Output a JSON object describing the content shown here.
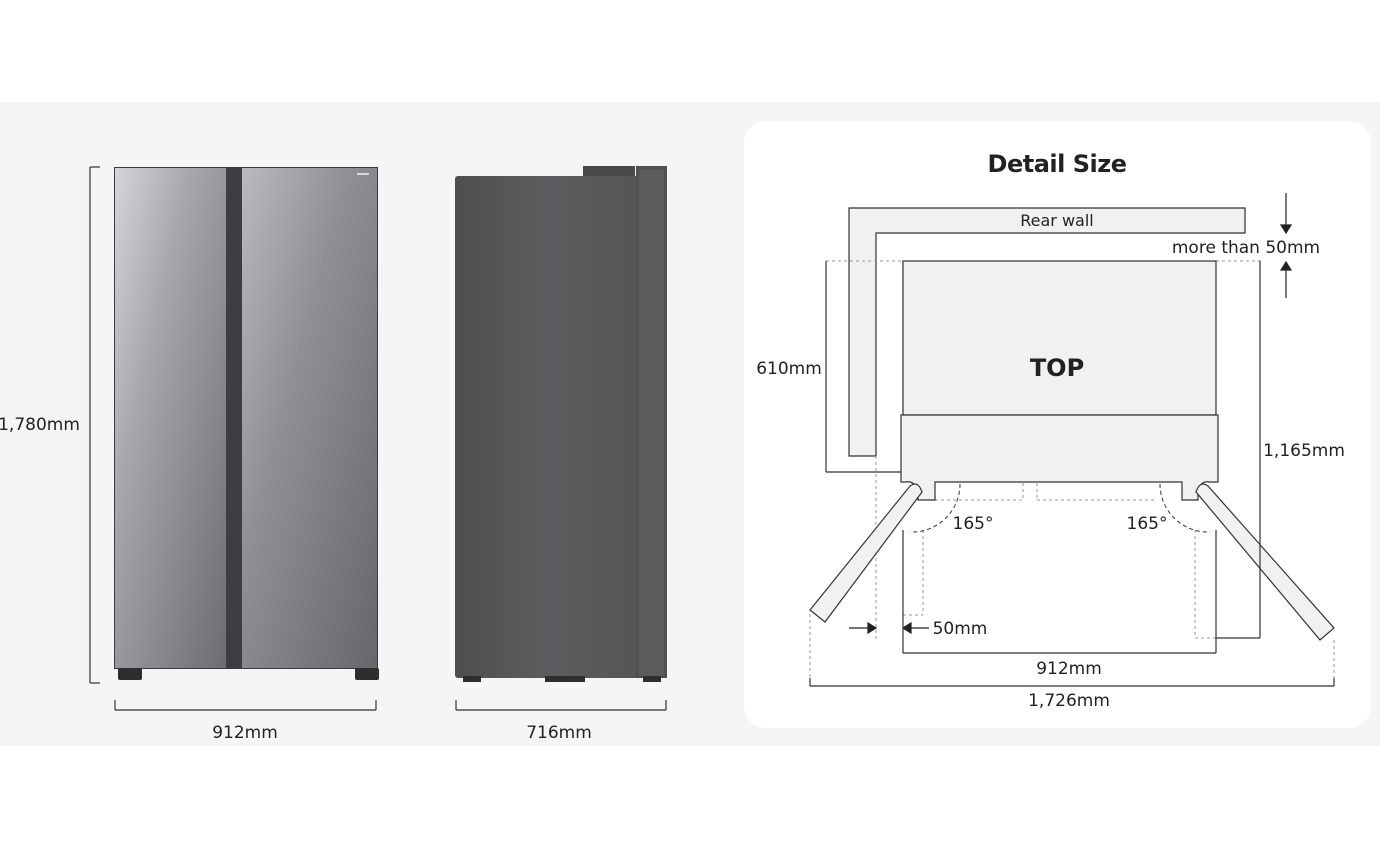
{
  "front_view": {
    "height_label": "1,780mm",
    "width_label": "912mm"
  },
  "side_view": {
    "depth_label": "716mm"
  },
  "detail": {
    "title": "Detail Size",
    "rear_wall_label": "Rear wall",
    "clearance_label": "more than 50mm",
    "depth_label": "610mm",
    "top_label": "TOP",
    "total_depth_label": "1,165mm",
    "left_angle_label": "165°",
    "right_angle_label": "165°",
    "side_gap_label": "50mm",
    "width_label": "912mm",
    "total_width_label": "1,726mm"
  },
  "colors": {
    "panel_background": "#f5f5f5",
    "card_background": "#ffffff",
    "stainless_door_light": "#c9cacd",
    "stainless_door_dark": "#6e6f73",
    "side_body": "#58585a",
    "outline": "#222222"
  }
}
